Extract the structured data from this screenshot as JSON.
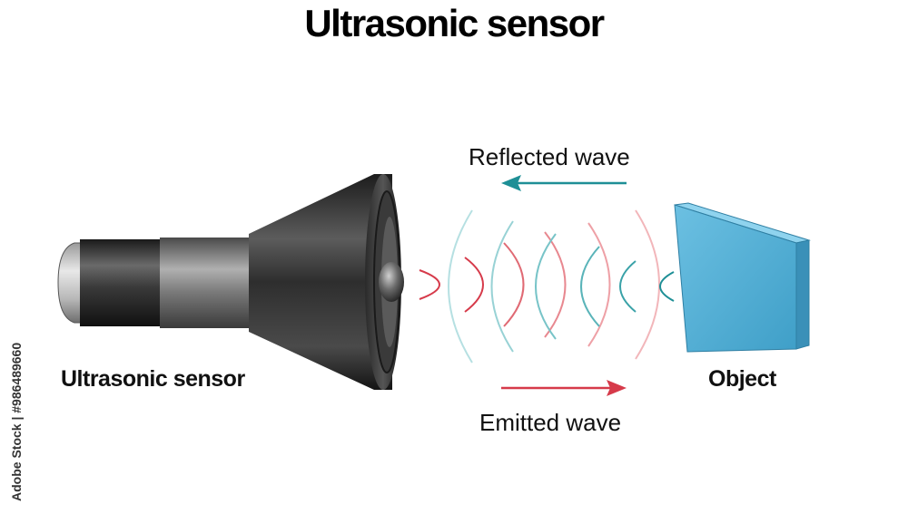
{
  "diagram": {
    "title": "Ultrasonic sensor",
    "labels": {
      "sensor": "Ultrasonic sensor",
      "object": "Object",
      "reflected_wave": "Reflected wave",
      "emitted_wave": "Emitted wave"
    },
    "colors": {
      "emitted_wave": "#d63a4a",
      "reflected_wave": "#1e8f96",
      "object_face": "#5ab4d8",
      "sensor_body": "#2b2b2b"
    }
  },
  "watermark": {
    "side_credit": "Adobe Stock | #986489660"
  }
}
